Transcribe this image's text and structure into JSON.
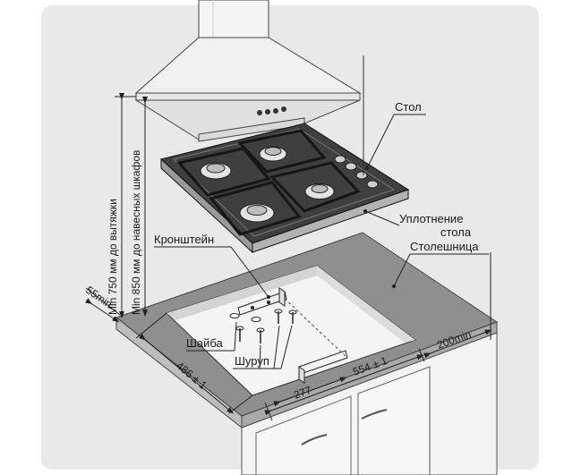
{
  "labels": {
    "table": "Стол",
    "seal_line1": "Уплотнение",
    "seal_line2": "стола",
    "countertop": "Столешница",
    "bracket": "Кронштейн",
    "washer": "Шайба",
    "screw": "Шуруп"
  },
  "vertical_labels": {
    "hood": "Min 750 мм до вытяжки",
    "cabinets": "Min 850 мм до навесных шкафов"
  },
  "dimensions": {
    "side_min": "55min",
    "back_min": "200min",
    "depth": "486 ± 1",
    "width": "554 ± 1",
    "half": "277"
  },
  "colors": {
    "hob_glass": "#3f3f3f",
    "countertop": "#8f8f8f",
    "countertop_edge": "#bdbdbd",
    "cabinet": "#f3f3f3",
    "hood": "#f4f4f4",
    "frame_bg": "#e9e9e9"
  }
}
